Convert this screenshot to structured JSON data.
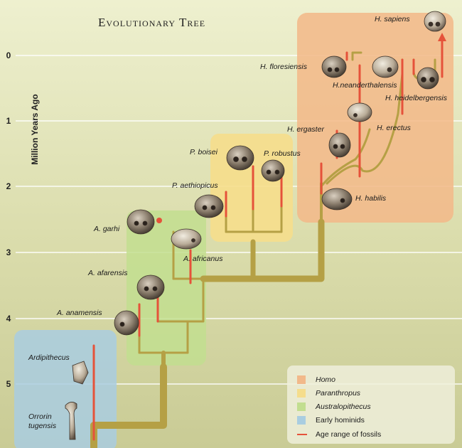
{
  "title": "Evolutionary Tree",
  "y_axis": {
    "label": "Million Years Ago",
    "ticks": [
      "0",
      "1",
      "2",
      "3",
      "4",
      "5"
    ]
  },
  "species": {
    "h_sapiens": "H. sapiens",
    "h_floresiensis": "H. floresiensis",
    "h_neanderthalensis": "H.neanderthalensis",
    "h_heidelbergensis": "H. heidelbergensis",
    "h_ergaster": "H. ergaster",
    "h_erectus": "H. erectus",
    "h_habilis": "H. habilis",
    "p_boisei": "P. boisei",
    "p_robustus": "P. robustus",
    "p_aethiopicus": "P. aethiopicus",
    "a_garhi": "A. garhi",
    "a_africanus": "A. africanus",
    "a_afarensis": "A. afarensis",
    "a_anamensis": "A. anamensis",
    "ardipithecus": "Ardipithecus",
    "orrorin_line1": "Orrorin",
    "orrorin_line2": "tugensis"
  },
  "legend": [
    {
      "label": "Homo",
      "color": "#f2b98a",
      "italic": true
    },
    {
      "label": "Paranthropus",
      "color": "#f5dd8c",
      "italic": true
    },
    {
      "label": "Australopithecus",
      "color": "#c2de8f",
      "italic": true
    },
    {
      "label": "Early hominids",
      "color": "#a9cde0",
      "italic": false
    },
    {
      "label": "Age range of fossils",
      "color": "#e5523a",
      "italic": false
    }
  ],
  "colors": {
    "homo": "#f2b98a",
    "paranthropus": "#f5dd8c",
    "australopithecus": "#c2de8f",
    "early_hominids": "#a9cde0",
    "fossil_range": "#e5523a",
    "branch": "#b5a045"
  }
}
